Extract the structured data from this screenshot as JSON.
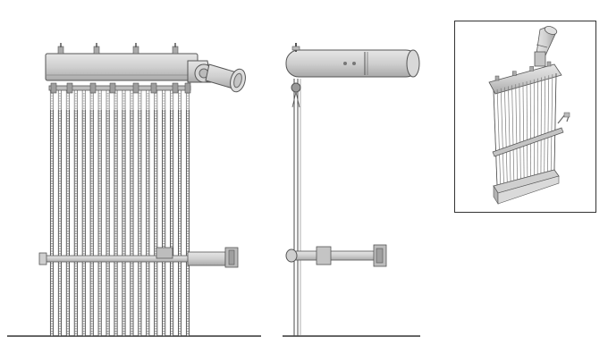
{
  "drawing": {
    "views": [
      {
        "id": "front-elevation",
        "kind": "front-view"
      },
      {
        "id": "side-elevation",
        "kind": "side-view"
      },
      {
        "id": "isometric-inset",
        "kind": "perspective-view",
        "framed": true
      }
    ],
    "front_view": {
      "element_count": 18,
      "top_bolts": 4,
      "nozzle_bolts": 4
    },
    "colors": {
      "body_fill": "#c9c9c9",
      "body_light": "#e2e2e2",
      "body_dark": "#9a9a9a",
      "outline": "#555555",
      "tube_line": "#4a4a4a",
      "ground_line": "#333333",
      "background": "#ffffff"
    }
  }
}
